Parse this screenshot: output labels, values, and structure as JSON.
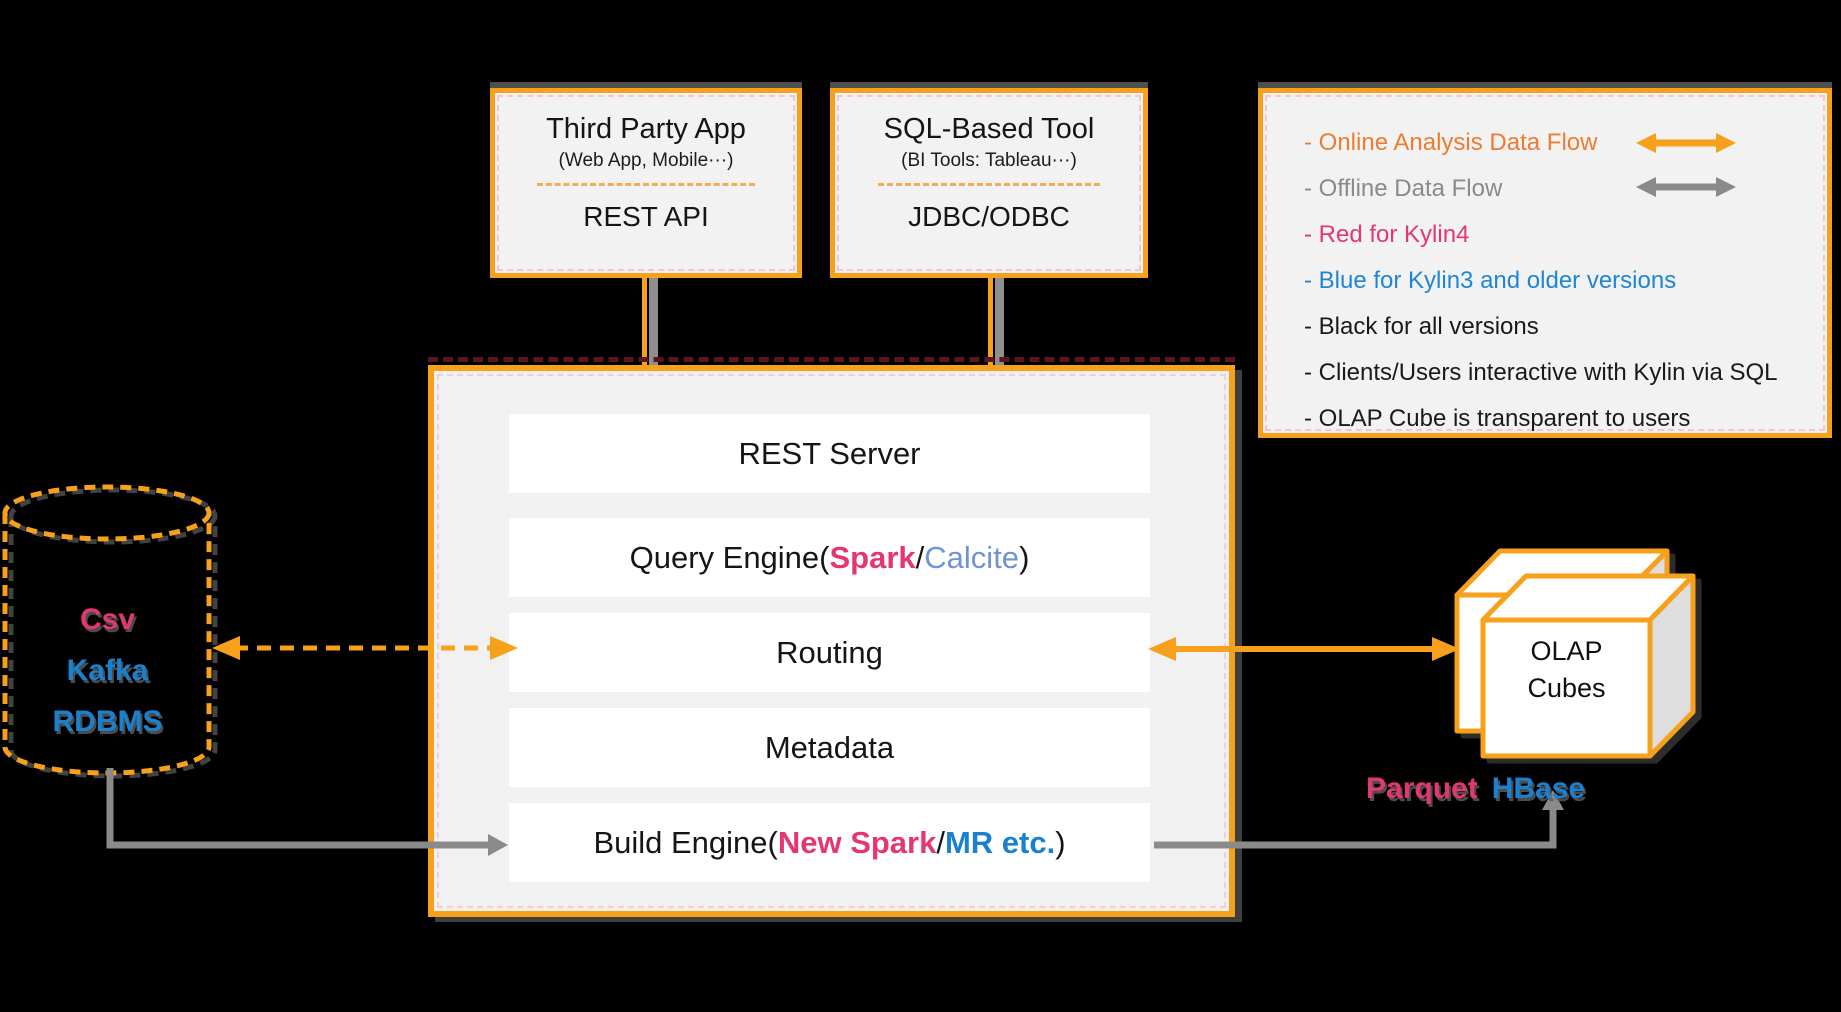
{
  "clients": [
    {
      "title": "Third Party App",
      "subtitle": "(Web App, Mobile···)",
      "api": "REST API"
    },
    {
      "title": "SQL-Based Tool",
      "subtitle": "(BI Tools: Tableau···)",
      "api": "JDBC/ODBC"
    }
  ],
  "server": {
    "rest": "REST Server",
    "query_prefix": "Query Engine(",
    "query_spark": "Spark",
    "query_slash": "/",
    "query_calcite": "Calcite",
    "query_suffix": ")",
    "routing": "Routing",
    "metadata": "Metadata",
    "build_prefix": "Build Engine(",
    "build_new_spark": "New Spark",
    "build_slash": "/",
    "build_mr": "MR etc.",
    "build_suffix": ")"
  },
  "sources": {
    "csv": "Csv",
    "kafka": "Kafka",
    "rdbms": "RDBMS"
  },
  "storage": {
    "olap_line1": "OLAP",
    "olap_line2": "Cubes",
    "parquet": "Parquet",
    "hbase": "HBase"
  },
  "legend": {
    "items": [
      {
        "label": "- Online Analysis Data Flow",
        "color": "#ED7C31",
        "arrow": "orange-double-arrow"
      },
      {
        "label": "- Offline Data Flow",
        "color": "#8A8A8A",
        "arrow": "gray-double-arrow"
      },
      {
        "label": "- Red for Kylin4",
        "color": "#E5376F"
      },
      {
        "label": "- Blue for Kylin3 and older versions",
        "color": "#1E86D4"
      },
      {
        "label": "- Black for all versions",
        "color": "#1A1A1A"
      },
      {
        "label": "- Clients/Users interactive with Kylin via SQL",
        "color": "#1A1A1A"
      },
      {
        "label": "- OLAP Cube is transparent to users",
        "color": "#1A1A1A"
      }
    ]
  },
  "colors": {
    "accent_orange": "#F7A01B",
    "legend_orange": "#ED7C31",
    "kylin4_pink": "#E5376F",
    "kylin3_blue": "#1B80CE",
    "calcite_blue": "#6F93D4",
    "offline_gray": "#8A8A8A",
    "panel_fill": "#F2F2F2",
    "background": "#000000"
  }
}
